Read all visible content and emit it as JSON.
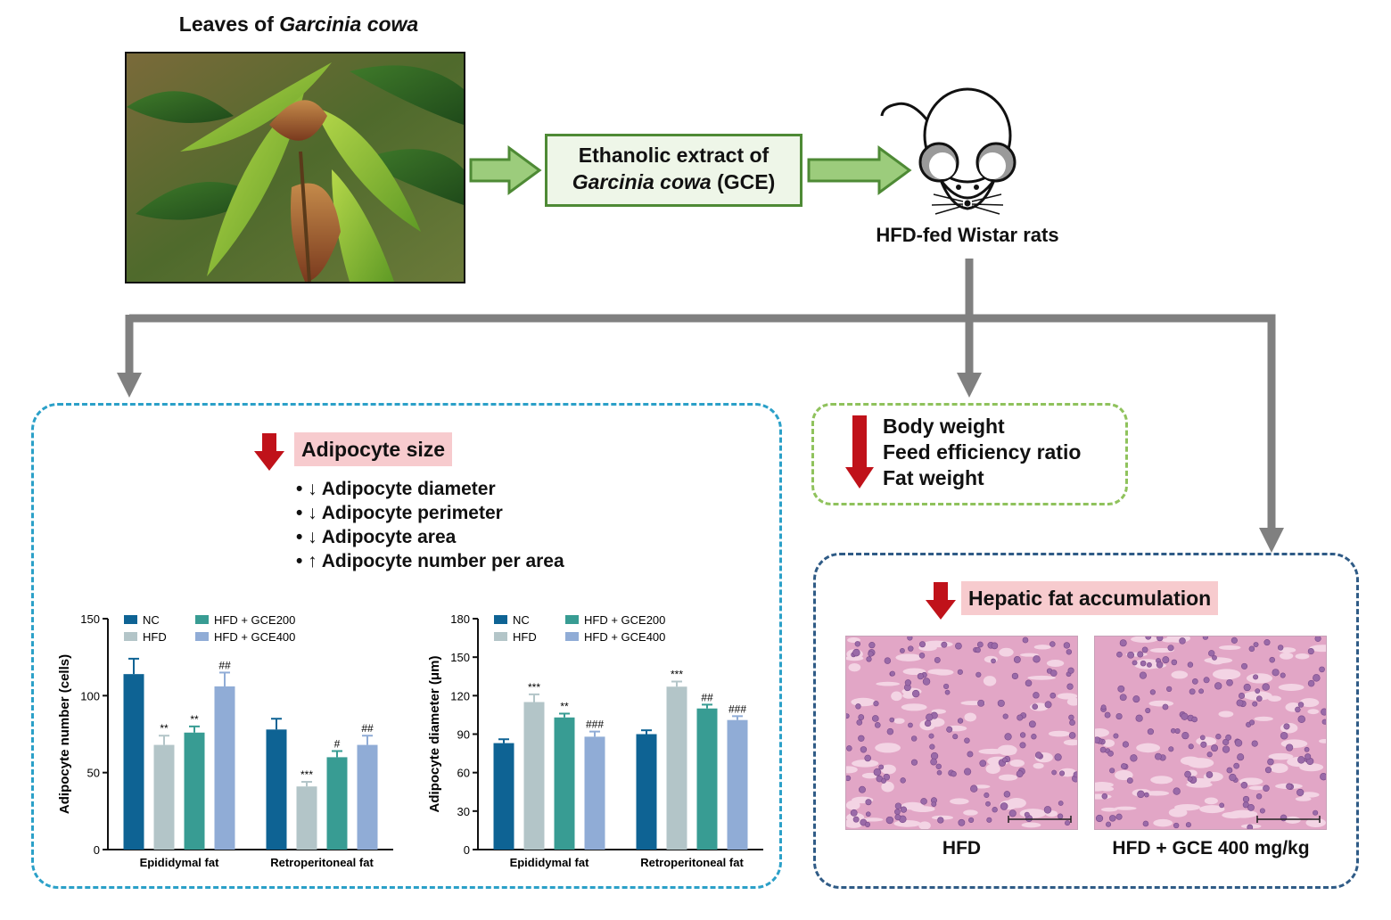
{
  "leaf_title_prefix": "Leaves of ",
  "leaf_title_species": "Garcinia cowa",
  "extract": {
    "line1": "Ethanolic extract of",
    "line2_species": "Garcinia cowa",
    "line2_suffix": " (GCE)"
  },
  "rat_label": "HFD-fed Wistar rats",
  "adipocyte": {
    "header": "Adipocyte size",
    "bullets": [
      {
        "marker": "• ↓",
        "text": "Adipocyte diameter"
      },
      {
        "marker": "• ↓",
        "text": "Adipocyte perimeter"
      },
      {
        "marker": "• ↓",
        "text": "Adipocyte area"
      },
      {
        "marker": "• ↑",
        "text": "Adipocyte number per area"
      }
    ]
  },
  "body_weight": {
    "items": [
      "Body weight",
      "Feed efficiency ratio",
      "Fat weight"
    ]
  },
  "hepatic": {
    "header": "Hepatic fat accumulation",
    "left_label": "HFD",
    "right_label": "HFD + GCE 400 mg/kg"
  },
  "colors": {
    "NC": "#0e6394",
    "HFD": "#b3c5c8",
    "HFD + GCE200": "#389c93",
    "HFD + GCE400": "#90acd6",
    "arrow_red": "#c0121a",
    "arrow_grey": "#808080",
    "arrow_green": "#9ccc7c"
  },
  "chart_data": [
    {
      "type": "bar",
      "categories": [
        "Epididymal fat",
        "Retroperitoneal fat"
      ],
      "ylabel": "Adipocyte number (cells)",
      "xlabel": "",
      "ylim": [
        0,
        150
      ],
      "yticks": [
        0,
        50,
        100,
        150
      ],
      "legend_position": "top",
      "series": [
        {
          "name": "NC",
          "values": [
            114,
            78
          ],
          "errors": [
            10,
            7
          ],
          "sig": [
            "",
            ""
          ]
        },
        {
          "name": "HFD",
          "values": [
            68,
            41
          ],
          "errors": [
            6,
            3
          ],
          "sig": [
            "**",
            "***"
          ]
        },
        {
          "name": "HFD + GCE200",
          "values": [
            76,
            60
          ],
          "errors": [
            4,
            4
          ],
          "sig": [
            "**",
            "#"
          ]
        },
        {
          "name": "HFD + GCE400",
          "values": [
            106,
            68
          ],
          "errors": [
            9,
            6
          ],
          "sig": [
            "##",
            "##"
          ]
        }
      ]
    },
    {
      "type": "bar",
      "categories": [
        "Epididymal fat",
        "Retroperitoneal fat"
      ],
      "ylabel": "Adipocyte diameter (μm)",
      "xlabel": "",
      "ylim": [
        0,
        180
      ],
      "yticks": [
        0,
        30,
        60,
        90,
        120,
        150,
        180
      ],
      "legend_position": "top",
      "series": [
        {
          "name": "NC",
          "values": [
            83,
            90
          ],
          "errors": [
            3,
            3
          ],
          "sig": [
            "",
            ""
          ]
        },
        {
          "name": "HFD",
          "values": [
            115,
            127
          ],
          "errors": [
            6,
            4
          ],
          "sig": [
            "***",
            "***"
          ]
        },
        {
          "name": "HFD + GCE200",
          "values": [
            103,
            110
          ],
          "errors": [
            3,
            3
          ],
          "sig": [
            "**",
            "##"
          ]
        },
        {
          "name": "HFD + GCE400",
          "values": [
            88,
            101
          ],
          "errors": [
            4,
            3
          ],
          "sig": [
            "###",
            "###"
          ]
        }
      ]
    }
  ]
}
